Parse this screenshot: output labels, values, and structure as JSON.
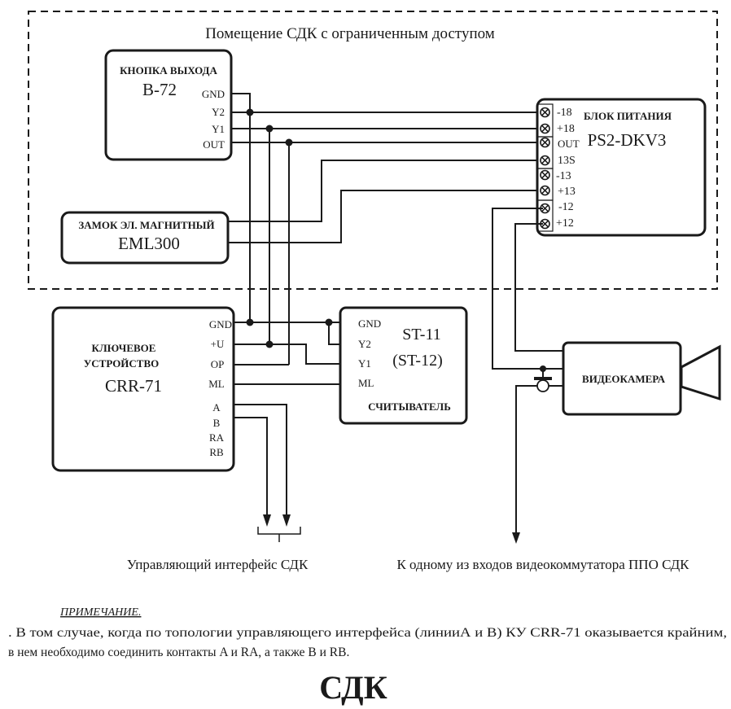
{
  "zone": {
    "title": "Помещение СДК с ограниченным доступом"
  },
  "exit_button": {
    "title": "КНОПКА ВЫХОДА",
    "model": "B-72",
    "pins": [
      "GND",
      "Y2",
      "Y1",
      "OUT"
    ]
  },
  "lock": {
    "title": "ЗАМОК ЭЛ. МАГНИТНЫЙ",
    "model": "EML300"
  },
  "power_supply": {
    "title": "БЛОК ПИТАНИЯ",
    "model": "PS2-DKV3",
    "pins": [
      "-18",
      "+18",
      "OUT",
      "13S",
      "-13",
      "+13",
      "-12",
      "+12"
    ]
  },
  "key_device": {
    "title_line1": "КЛЮЧЕВОЕ",
    "title_line2": "УСТРОЙСТВО",
    "model": "CRR-71",
    "pins": [
      "GND",
      "+U",
      "OP",
      "ML",
      "A",
      "B",
      "RA",
      "RB"
    ]
  },
  "reader": {
    "model": "ST-11",
    "model_alt": "(ST-12)",
    "title": "СЧИТЫВАТЕЛЬ",
    "pins": [
      "GND",
      "Y2",
      "Y1",
      "ML"
    ]
  },
  "camera": {
    "title": "ВИДЕОКАМЕРА"
  },
  "labels": {
    "control_interface": "Управляющий интерфейс СДК",
    "video_switch": "К одному из входов видеокоммутатора ППО СДК"
  },
  "note": {
    "heading": "ПРИМЕЧАНИЕ.",
    "line1": ". В том случае, когда по топологии управляющего интерфейса (линииА и В) КУ CRR-71 оказывается крайним,",
    "line2": "в нем необходимо соединить контакты A и RA, а также B и RB."
  },
  "footer_title": "СДК"
}
